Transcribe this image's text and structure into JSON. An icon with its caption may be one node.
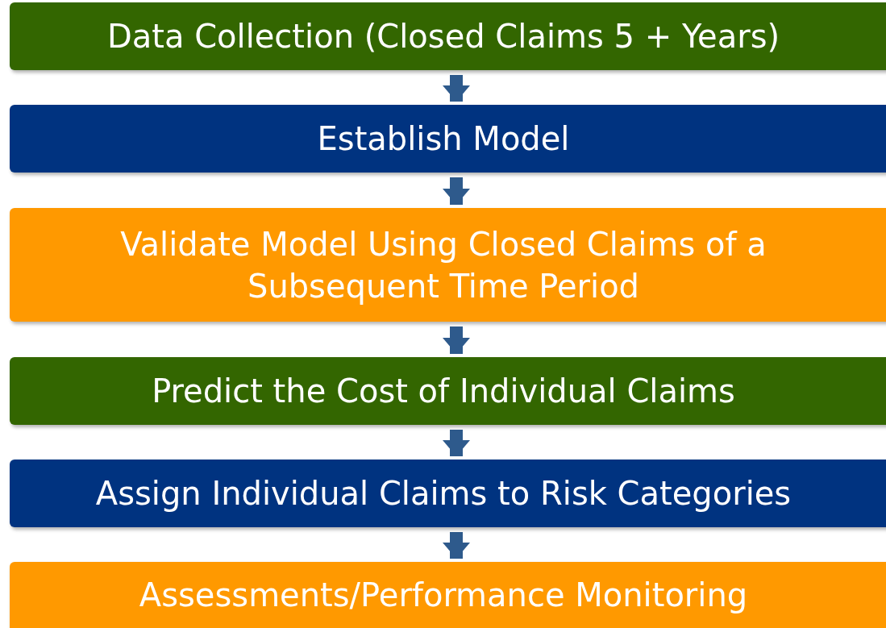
{
  "diagram": {
    "nodes": [
      {
        "text": [
          "Data Collection (Closed Claims 5 + Years)"
        ]
      },
      {
        "text": [
          "Establish Model"
        ]
      },
      {
        "text": [
          "Validate Model Using Closed Claims of a Subsequent Time Period"
        ]
      },
      {
        "text": [
          "Predict the Cost of Individual Claims"
        ]
      },
      {
        "text": [
          "Assign Individual Claims to Risk Categories"
        ]
      },
      {
        "text": [
          "Assessments/Performance Monitoring"
        ]
      }
    ],
    "edges": [
      {
        "from": 0,
        "to": 1,
        "arrow": "to"
      },
      {
        "from": 1,
        "to": 2,
        "arrow": "to"
      },
      {
        "from": 2,
        "to": 3,
        "arrow": "to"
      },
      {
        "from": 3,
        "to": 4,
        "arrow": "to"
      },
      {
        "from": 4,
        "to": 5,
        "arrow": "to"
      }
    ]
  }
}
